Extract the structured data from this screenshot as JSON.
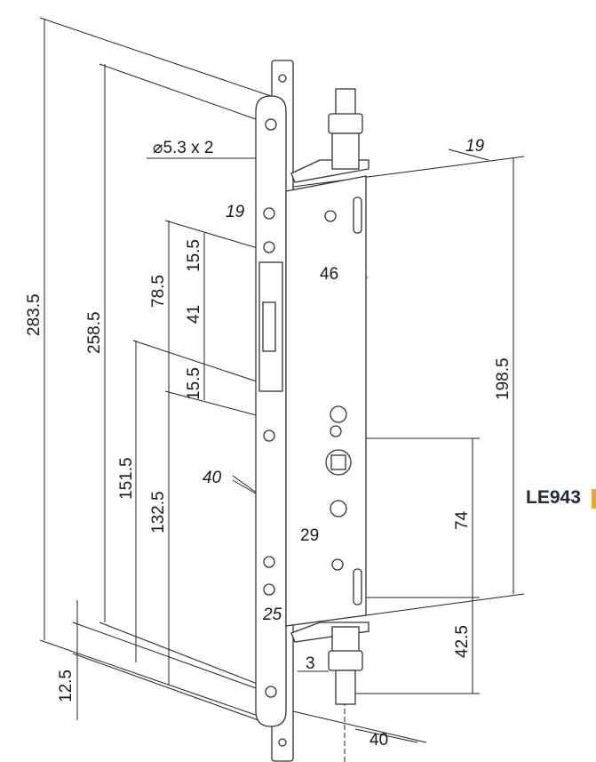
{
  "model": "LE943",
  "accent_color": "#f5a623",
  "dimensions": {
    "overall_height": "283.5",
    "hole_spacing": "258.5",
    "d151": "151.5",
    "d132": "132.5",
    "d12": "12.5",
    "d78": "78.5",
    "d15a": "15.5",
    "d41": "41",
    "d15b": "15.5",
    "d198": "198.5",
    "d74": "74",
    "d42": "42.5",
    "d46": "46",
    "d29": "29",
    "d3": "3",
    "d25": "25",
    "d40_bottom": "40",
    "d40_left": "40",
    "d19_top": "19",
    "d19_plate": "19",
    "hole_note": "⌀5.3 x 2"
  }
}
